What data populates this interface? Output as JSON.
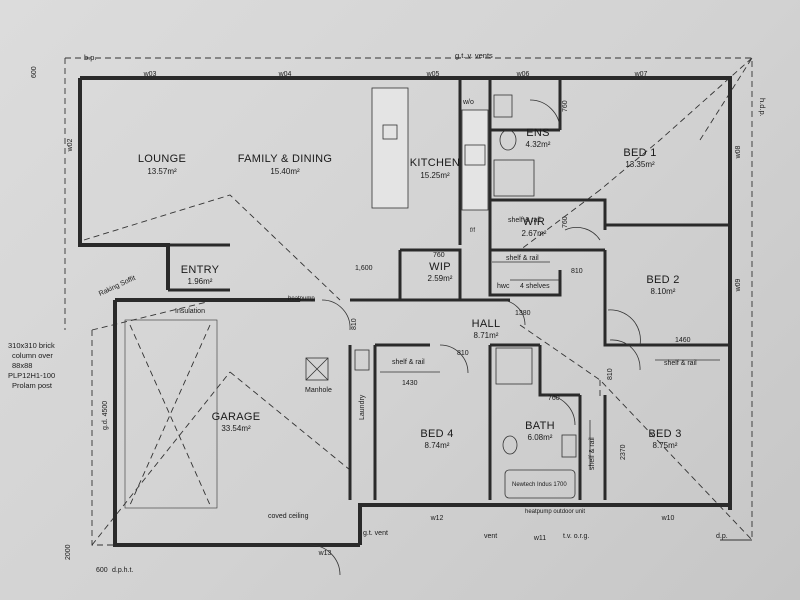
{
  "plan": {
    "rooms": [
      {
        "id": "lounge",
        "name": "LOUNGE",
        "area": "13.57m²"
      },
      {
        "id": "family",
        "name": "FAMILY & DINING",
        "area": "15.40m²"
      },
      {
        "id": "kitchen",
        "name": "KITCHEN",
        "area": "15.25m²"
      },
      {
        "id": "ens",
        "name": "ENS",
        "area": "4.32m²"
      },
      {
        "id": "bed1",
        "name": "BED 1",
        "area": "13.35m²"
      },
      {
        "id": "wir",
        "name": "WIR",
        "area": "2.67m²"
      },
      {
        "id": "wip",
        "name": "WIP",
        "area": "2.59m²"
      },
      {
        "id": "entry",
        "name": "ENTRY",
        "area": "1.96m²"
      },
      {
        "id": "bed2",
        "name": "BED 2",
        "area": "8.10m²"
      },
      {
        "id": "hall",
        "name": "HALL",
        "area": "8.71m²"
      },
      {
        "id": "garage",
        "name": "GARAGE",
        "area": "33.54m²"
      },
      {
        "id": "bed4",
        "name": "BED 4",
        "area": "8.74m²"
      },
      {
        "id": "bath",
        "name": "BATH",
        "area": "6.08m²"
      },
      {
        "id": "bed3",
        "name": "BED 3",
        "area": "8.75m²"
      }
    ],
    "windows": [
      "w03",
      "w04",
      "w05",
      "w06",
      "w07",
      "w02",
      "w08",
      "w09",
      "w12",
      "w11",
      "w10",
      "w13"
    ],
    "labels": {
      "bp": "b.p.",
      "gt_vents": "g.t.   v. vents",
      "hdp": "h.d.p.",
      "wo": "w/o",
      "ff": "f/f",
      "shelf_rail": "shelf & rail",
      "four_shelves": "4 shelves",
      "wc": "hwc",
      "heatpump": "heatpump",
      "insulation": "Insulation",
      "raking_soffit": "Raking Soffit",
      "manhole": "Manhole",
      "laundry": "Laundry",
      "coved_ceiling": "coved ceiling",
      "gd": "g.d. 4500",
      "newtech": "Newtech Indus 1700",
      "heatpump_outdoor": "heatpump outdoor unit",
      "gt_vent": "g.t. vent",
      "vent": "vent",
      "tvorg": "t.v. o.r.g.",
      "dp_bottom_right": "d.p.",
      "dpht": "d.p.h.t.",
      "column_note": [
        "310x310 brick",
        "column over",
        "88x88",
        "PLP12H1-100",
        "Prolam post"
      ]
    },
    "dims": {
      "d600_top": "600",
      "d760_ens": "760",
      "d760_wir": "760",
      "d760_wip": "760",
      "d810_a": "810",
      "d810_b": "810",
      "d810_c": "810",
      "d810_d": "810",
      "d1600": "1,600",
      "d1380": "1380",
      "d1460": "1460",
      "d1430": "1430",
      "d760_bath": "760",
      "d2370": "2370",
      "d2000": "2000",
      "d600_bottom": "600"
    }
  }
}
